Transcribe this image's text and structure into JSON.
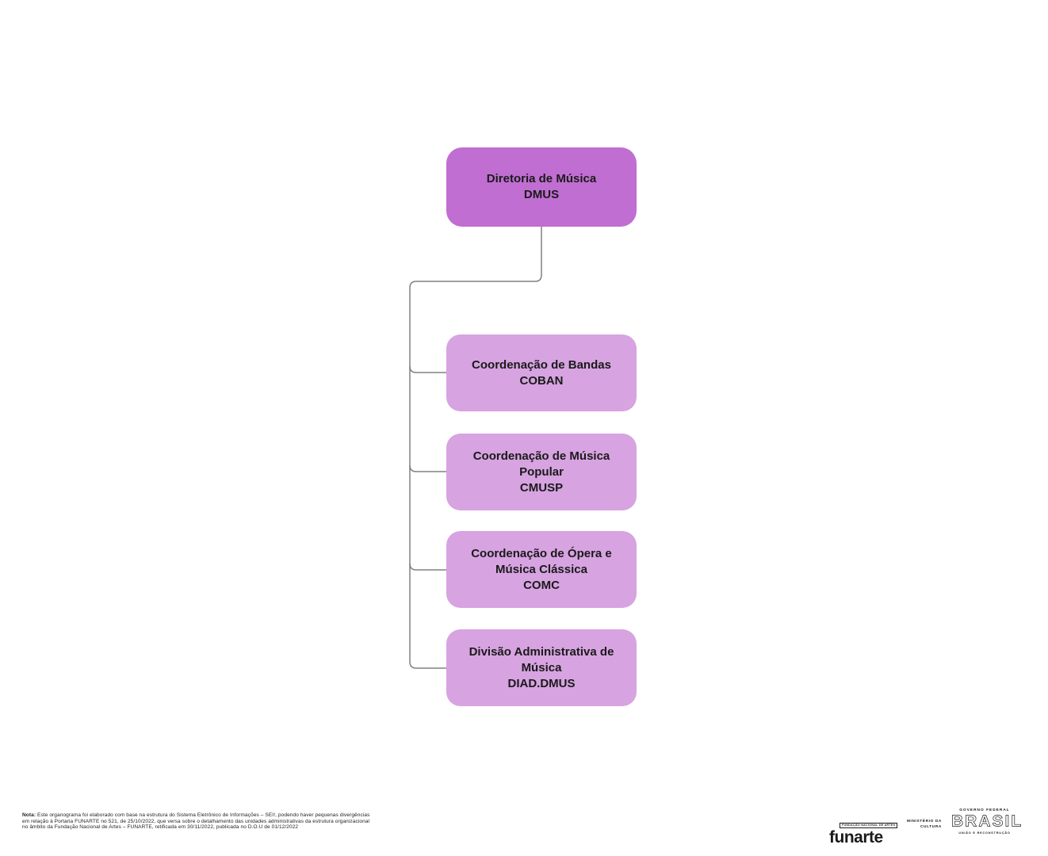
{
  "page": {
    "background": "#ffffff"
  },
  "org_chart": {
    "root": {
      "title": "Diretoria de Música",
      "code": "DMUS",
      "fill": "#c06ed2"
    },
    "children": [
      {
        "title": "Coordenação de Bandas",
        "code": "COBAN"
      },
      {
        "title": "Coordenação de Música Popular",
        "code": "CMUSP"
      },
      {
        "title": "Coordenação de Ópera e Música Clássica",
        "code": "COMC"
      },
      {
        "title": "Divisão Administrativa de Música",
        "code": "DIAD.DMUS"
      }
    ],
    "child_fill": "#d7a3e1",
    "connector_color": "#808080",
    "text_color": "#1a1a1a"
  },
  "note": {
    "label": "Nota:",
    "line1_rest": " Este organograma foi elaborado com base na estrutura do Sistema Eletrônico de Informações – SEI!, podendo haver pequenas divergências em",
    "line2": "relação à Portaria FUNARTE no 521, de 25/10/2022, que versa sobre o detalhamento das unidades administrativas da estrutura organizacional no",
    "line3": "âmbito da Fundação Nacional de Artes – FUNARTE, retificada em 30/11/2022, publicada no D.O.U de 01/12/2022"
  },
  "footer_logos": {
    "funarte": {
      "top_text": "FUNDAÇÃO NACIONAL DE ARTES",
      "wordmark": "funarte"
    },
    "ministry": {
      "line1": "MINISTÉRIO DA",
      "line2": "CULTURA"
    },
    "governo": {
      "top_text": "GOVERNO FEDERAL",
      "wordmark": "BRASIL",
      "bottom_text": "UNIÃO E RECONSTRUÇÃO"
    }
  }
}
